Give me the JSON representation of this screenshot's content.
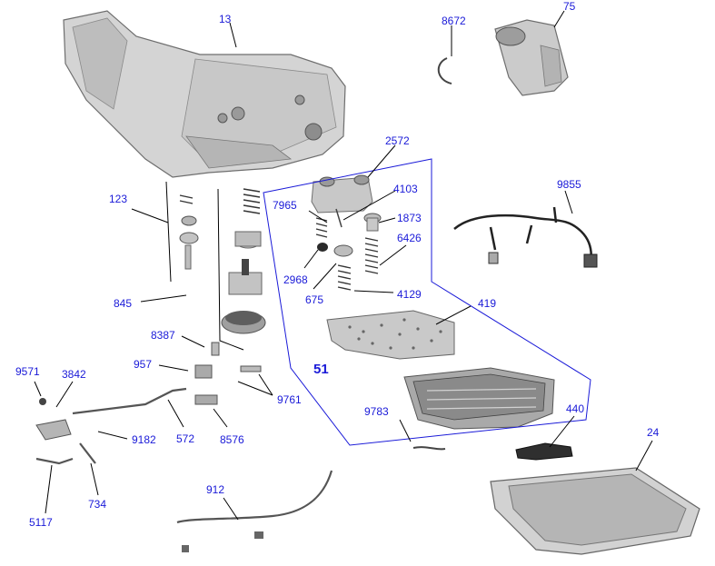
{
  "labels": {
    "l13": "13",
    "l8672": "8672",
    "l75": "75",
    "l2572": "2572",
    "l9855": "9855",
    "l7965": "7965",
    "l4103": "4103",
    "l1873": "1873",
    "l6426": "6426",
    "l123": "123",
    "l2968": "2968",
    "l675": "675",
    "l4129": "4129",
    "l845": "845",
    "l419": "419",
    "l8387": "8387",
    "l51": "51",
    "l957": "957",
    "l9571": "9571",
    "l3842": "3842",
    "l9761": "9761",
    "l9182": "9182",
    "l572": "572",
    "l8576": "8576",
    "l9783": "9783",
    "l440": "440",
    "l24": "24",
    "l5117": "5117",
    "l734": "734",
    "l912": "912"
  },
  "colors": {
    "label": "#1a1ad8",
    "leader": "#000000",
    "outline": "#1a1ad8",
    "part_light": "#cfcfcf",
    "part_mid": "#a8a8a8",
    "part_dark": "#5a5a5a"
  }
}
